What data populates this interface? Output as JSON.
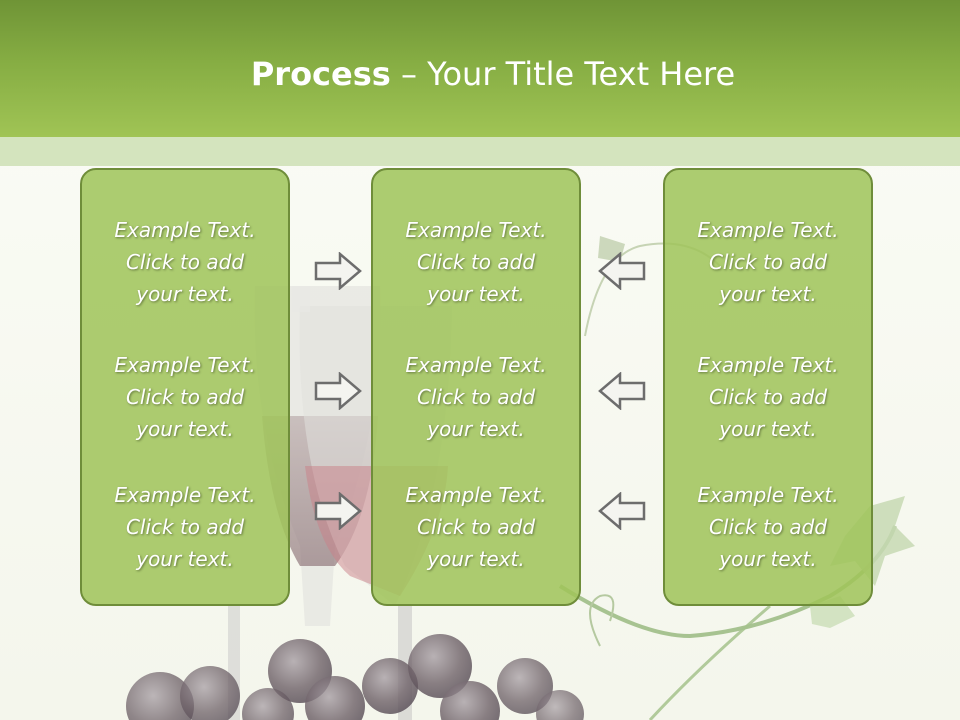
{
  "slide": {
    "title_bold": "Process",
    "title_rest": " – Your Title Text Here"
  },
  "columns": [
    {
      "items": [
        {
          "line1": "Example Text.",
          "line2": "Click  to add",
          "line3": "your text."
        },
        {
          "line1": "Example Text.",
          "line2": "Click  to add",
          "line3": "your text."
        },
        {
          "line1": "Example Text.",
          "line2": "Click  to add",
          "line3": "your text."
        }
      ]
    },
    {
      "items": [
        {
          "line1": "Example Text.",
          "line2": "Click  to add",
          "line3": "your text."
        },
        {
          "line1": "Example Text.",
          "line2": "Click  to add",
          "line3": "your text."
        },
        {
          "line1": "Example Text.",
          "line2": "Click  to add",
          "line3": "your text."
        }
      ]
    },
    {
      "items": [
        {
          "line1": "Example Text.",
          "line2": "Click  to add",
          "line3": "your text."
        },
        {
          "line1": "Example Text.",
          "line2": "Click  to add",
          "line3": "your text."
        },
        {
          "line1": "Example Text.",
          "line2": "Click  to add",
          "line3": "your text."
        }
      ]
    }
  ],
  "arrows": {
    "left_group": "arrow-right-icon",
    "right_group": "arrow-left-icon"
  },
  "colors": {
    "header": "#86ad43",
    "band": "#d4e4be",
    "box_fill": "#a0c45a",
    "box_border": "#6f8d3a",
    "text": "#ffffff"
  }
}
